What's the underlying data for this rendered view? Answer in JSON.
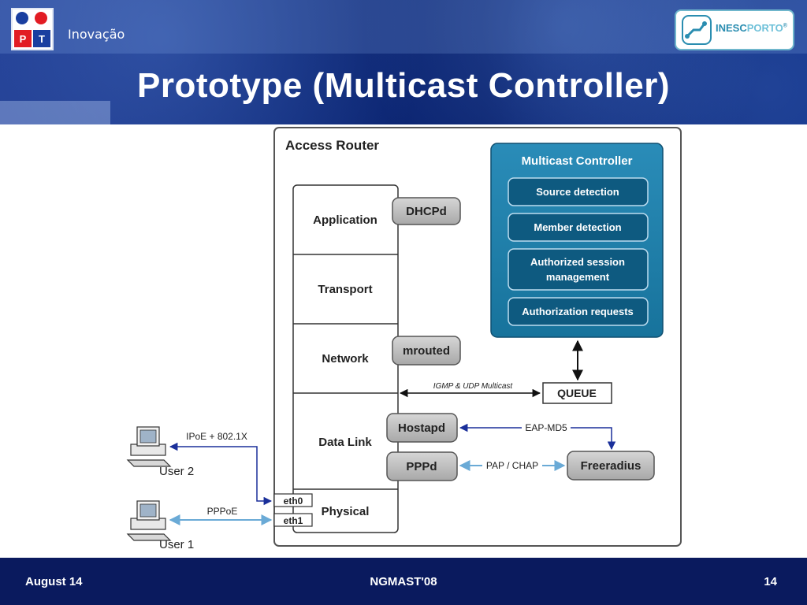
{
  "header": {
    "logo_letters": [
      "P",
      "T"
    ],
    "tagline": "Inovação",
    "partner_logo": {
      "name": "INESC",
      "suffix": "PORTO",
      "mark": "®"
    },
    "title": "Prototype (Multicast Controller)"
  },
  "diagram": {
    "router_title": "Access Router",
    "layers": [
      "Application",
      "Transport",
      "Network",
      "Data Link",
      "Physical"
    ],
    "modules": {
      "dhcpd": "DHCPd",
      "mrouted": "mrouted",
      "hostapd": "Hostapd",
      "pppd": "PPPd",
      "queue": "QUEUE",
      "freeradius": "Freeradius"
    },
    "controller": {
      "title": "Multicast Controller",
      "items": [
        "Source detection",
        "Member detection",
        "Authorized session",
        "management",
        "Authorization requests"
      ]
    },
    "links": {
      "igmp": "IGMP & UDP Multicast",
      "eap": "EAP-MD5",
      "pap": "PAP / CHAP",
      "ipoe": "IPoE + 802.1X",
      "pppoe": "PPPoE"
    },
    "ports": [
      "eth0",
      "eth1"
    ],
    "users": [
      "User 2",
      "User 1"
    ]
  },
  "footer": {
    "date": "August 14",
    "conference": "NGMAST'08",
    "page": "14"
  },
  "colors": {
    "header_blue": "#0f2a7a",
    "controller_panel": "#1e7fa8",
    "controller_item": "#0e5a80",
    "module_gray": "#b3b3b3",
    "link_blue": "#1a2f9a",
    "link_light": "#6aaad6"
  }
}
